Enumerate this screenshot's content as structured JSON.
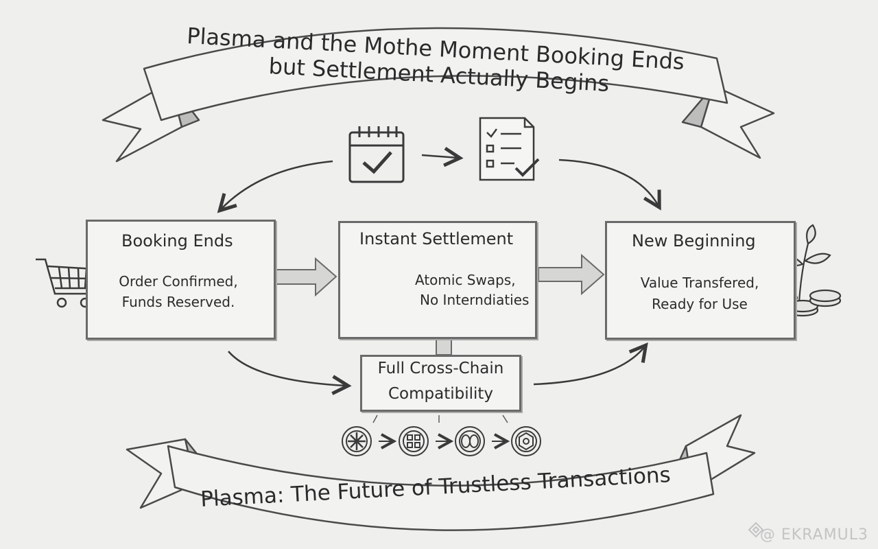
{
  "banner_top": {
    "line1": "Plasma and the Mothe Moment Booking Ends",
    "line2": "but Settlement Actually Begins"
  },
  "banner_bottom": {
    "text": "Plasma: The Future of Trustless Transactions"
  },
  "stages": [
    {
      "title": "Booking Ends",
      "line1": "Order Confirmed,",
      "line2": "Funds Reserved."
    },
    {
      "title": "Instant Settlement",
      "line1": "Atomic Swaps,",
      "line2": "No Interndiaties"
    },
    {
      "title": "New Beginning",
      "line1": "Value Transfered,",
      "line2": "Ready for Use"
    }
  ],
  "compat": {
    "line1": "Full Cross-Chain",
    "line2": "Compatibility"
  },
  "watermark": "@ EKRAMUL3",
  "colors": {
    "background": "#efefed",
    "stroke": "#4a4a4a",
    "box_fill": "#f4f4f2"
  }
}
